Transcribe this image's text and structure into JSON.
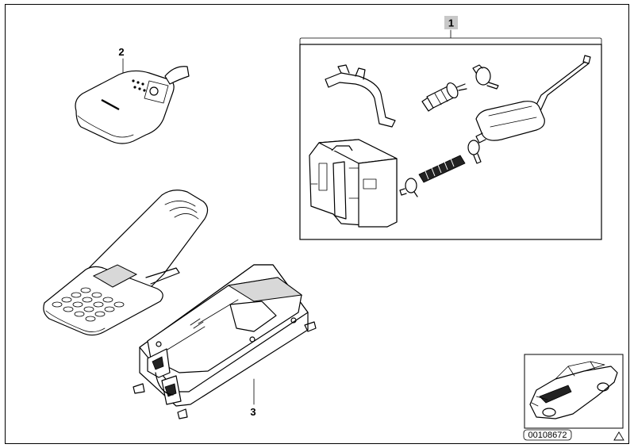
{
  "callouts": {
    "kit": "1",
    "remote": "2",
    "base": "3"
  },
  "diagram_code": "00108672",
  "icons": {
    "remote": "remote-key-fob",
    "phone": "flip-mobile-phone",
    "base": "telephone-transceiver-unit",
    "car": "car-thumbnail",
    "corner": "triangle-mark"
  }
}
